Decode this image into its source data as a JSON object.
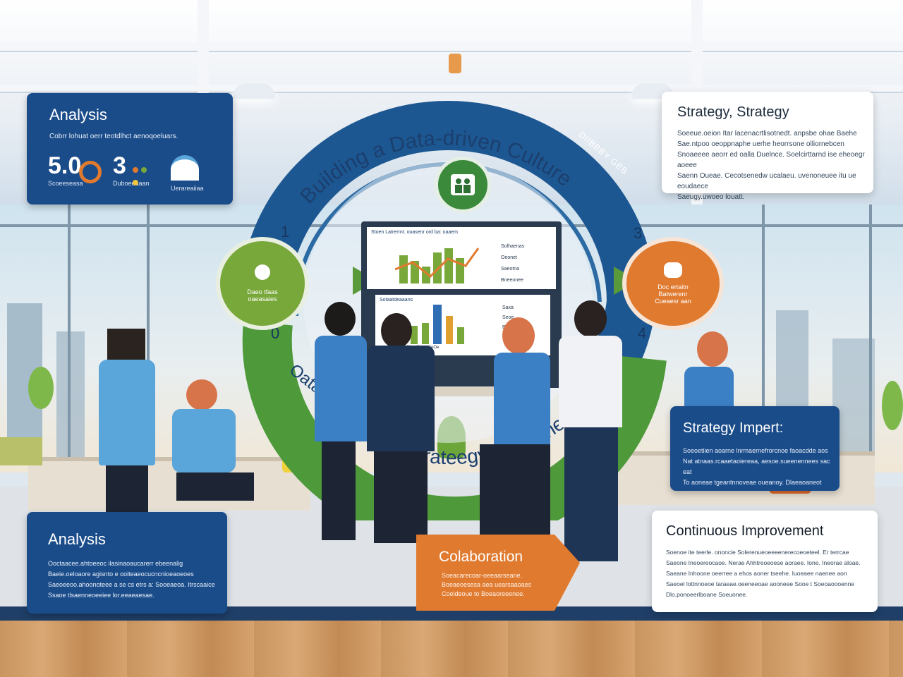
{
  "center": {
    "arc_title": "Building a Data-driven Culture",
    "arc_bottom": "Strateegy, Implementation",
    "arc_left_fragment": "Oatatctae",
    "arc_right_top": "DIIBBBY GEB",
    "step_numbers": [
      "1",
      "0",
      "3",
      "4"
    ],
    "top_icon": "team-icon",
    "left_icon": "bulb-icon",
    "right_icon": "gear-icon"
  },
  "left_node": {
    "line1": "Daeo tfaas",
    "line2": "oaeasaies"
  },
  "right_node": {
    "line1": "Doc ertaitn",
    "line2": "Batwerenr",
    "line3": "Cueaesr aan"
  },
  "top_left_panel": {
    "title": "Analysis",
    "subtitle": "Cobrr lohuat oerr teotdlhct aenoqoeluars.",
    "stats": [
      {
        "value": "5.0",
        "caption": "Scoeeseasa"
      },
      {
        "value": "3",
        "caption": "Duboeeaaan"
      },
      {
        "value": "",
        "caption": "Uerareaiiaa"
      }
    ]
  },
  "top_right_panel": {
    "title": "Strategy, Strategy",
    "lines": [
      "Soeeue.oeion Itar lacenacrtlisotnedt. anpsbe ohae Baehe",
      "Sae.ntpoo oeoppnaphe uerhe heorrsone olliornebcen",
      "Snoaeeee aeorr ed oalla Duelnce. Soelcirttarnd ise eheoegr aoeee",
      "Saenn Oueae. Cecotsenedw ucalaeu. uvenoneuee itu ue eoudaece",
      "Saeugy.uwoeo louatt."
    ]
  },
  "mid_right_panel": {
    "title": "Strategy Impert:",
    "lines": [
      "Soeoetiien aoarne lnrmaernefrorcnoe faoacdde aos",
      "Nat atnaas.rcaaetaoiereaa, aesoe.sueenennees sac eat",
      "To aoneae tgeantnnoveae oueanoy. Dlaeaoaneot"
    ]
  },
  "bottom_left_panel": {
    "title": "Analysis",
    "lines": [
      "Ooctaacee.ahtoeeoc ilasinaoaucarerr ebeenalig",
      "Baeie.oeloaore agisnto e ooiteaeocucncnioeaoeoes",
      "Saeoeeoo.ahoonoteee a se cs etrs a: Sooeaeoa. Itrscaaice",
      "Ssaoe tlsaenneoeeiee lor.eeaeaesae."
    ]
  },
  "bottom_center_panel": {
    "title": "Colaboration",
    "lines": [
      "Soeacarecoar-oeeaarseane.",
      "Boeaeoesesa aea uearsaaoaes",
      "Coeideoue to Boeaoreeenee."
    ]
  },
  "bottom_right_panel": {
    "title": "Continuous Improvement",
    "lines": [
      "Soenoe ite teerle. ononcie Solerenueoeeeenerecoeoeteel. Er terrcae",
      "Saeone Ineoereocaoe. Nerae Ahhtreoeoese aoraee. Ione. Ineorae aloae.",
      "Saeane Inhoone oeerree a ehos aoner tseehe. Iuoeaee naenee aon",
      "Saeoel lottnnoeoe taraeae.oeeneeoae aooneee Sooe t Soeoaoooenne",
      "Dlo.ponoeerlboane Soeuonee."
    ]
  },
  "board": {
    "header": "Stoen Latrerrnt. ooasenr ord ba: oaaem",
    "side_items": [
      "Solhaenas",
      "Oeonet",
      "Saeotna",
      "Bneeonee"
    ],
    "lower_header": "Sotaatdeaaans",
    "lower_side": [
      "Saxa",
      "Seoe",
      "Btnae"
    ],
    "lower_caption": "Shsr Soee SieOe"
  },
  "colors": {
    "navy": "#1b4c8a",
    "green": "#5a9a3a",
    "orange": "#e07a2f",
    "dark_ring": "#1d5791"
  }
}
